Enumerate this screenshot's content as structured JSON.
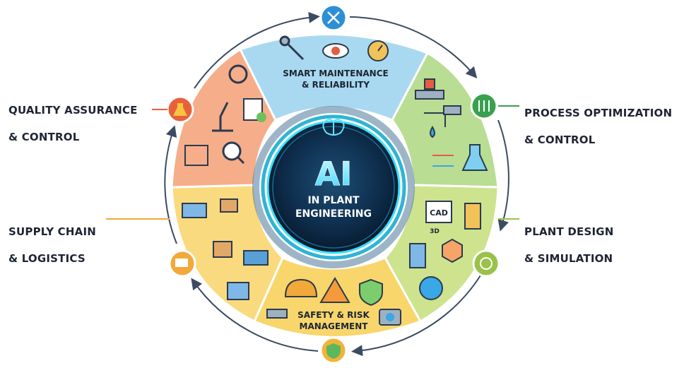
{
  "center": {
    "title": "AI",
    "subtitle_line1": "IN PLANT",
    "subtitle_line2": "ENGINEERING"
  },
  "segments": {
    "maintenance": {
      "line1": "SMART MAINTENANCE",
      "line2": "& RELIABILITY",
      "color": "#9cd3ee"
    },
    "process": {
      "color": "#b8dc8e"
    },
    "design": {
      "color": "#c7e08a"
    },
    "safety": {
      "line1": "SAFETY & RISK",
      "line2": "MANAGEMENT",
      "color": "#f7d368"
    },
    "supply": {
      "color": "#f9d776"
    },
    "quality": {
      "color": "#f6a985"
    }
  },
  "side_labels": {
    "quality": {
      "line1": "QUALITY ASSURANCE",
      "line2": "& CONTROL"
    },
    "process": {
      "line1": "PROCESS OPTIMIZATION",
      "line2": "& CONTROL"
    },
    "supply": {
      "line1": "SUPPLY CHAIN",
      "line2": "& LOGISTICS"
    },
    "design": {
      "line1": "PLANT DESIGN",
      "line2": "& SIMULATION"
    }
  },
  "icon_texts": {
    "cad": "CAD",
    "three_d": "3D"
  },
  "node_icons": [
    "wrench-screwdriver-icon",
    "flask-icon",
    "sliders-icon",
    "truck-icon",
    "globe-cube-icon",
    "shield-check-icon"
  ],
  "colors": {
    "hub_dark": "#0e2a44",
    "hub_glow": "#39e0ff",
    "ring": "#3b4b62"
  }
}
